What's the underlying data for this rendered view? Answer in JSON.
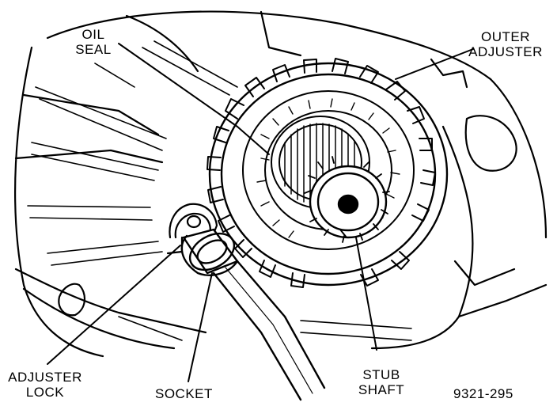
{
  "labels": {
    "oil_seal": [
      "OIL",
      "SEAL"
    ],
    "outer_adjuster": [
      "OUTER",
      "ADJUSTER"
    ],
    "adjuster_lock": [
      "ADJUSTER",
      "LOCK"
    ],
    "socket": "SOCKET",
    "stub_shaft": [
      "STUB",
      "SHAFT"
    ],
    "figure_number": "9321-295"
  }
}
